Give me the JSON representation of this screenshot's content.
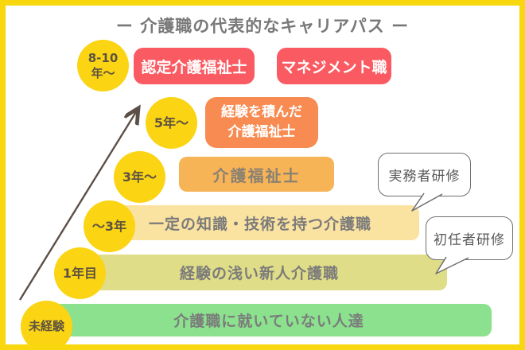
{
  "title": "ー 介護職の代表的なキャリアパス ー",
  "rows": [
    {
      "stage_line1": "8-10",
      "stage_line2": "年〜",
      "roles": [
        "認定介護福祉士",
        "マネジメント職"
      ]
    },
    {
      "stage_line1": "5年〜",
      "stage_line2": "",
      "role_line1": "経験を積んだ",
      "role_line2": "介護福祉士"
    },
    {
      "stage_line1": "3年〜",
      "stage_line2": "",
      "role": "介護福祉士"
    },
    {
      "stage_line1": "〜3年",
      "stage_line2": "",
      "role": "一定の知識・技術を持つ介護職"
    },
    {
      "stage_line1": "1年目",
      "stage_line2": "",
      "role": "経験の浅い新人介護職"
    },
    {
      "stage_line1": "未経験",
      "stage_line2": "",
      "role": "介護職に就いていない人達"
    }
  ],
  "callouts": [
    {
      "label": "実務者研修"
    },
    {
      "label": "初任者研修"
    }
  ],
  "colors": {
    "frame_border": "#f8d70e",
    "stage_circle": "#fbd414",
    "circle_text": "#5e5340",
    "pill_red": "#fa5a61",
    "pill_orange": "#f78b52",
    "pill_amber": "#f7b457",
    "bar_light_yellow": "#fae2a1",
    "bar_yellow_green": "#dfdd87",
    "bar_green": "#8be18e",
    "gray_text": "#7b7b7b",
    "title_text": "#787878",
    "arrow": "#5c4f47",
    "bubble_border": "#6f6f6f"
  }
}
